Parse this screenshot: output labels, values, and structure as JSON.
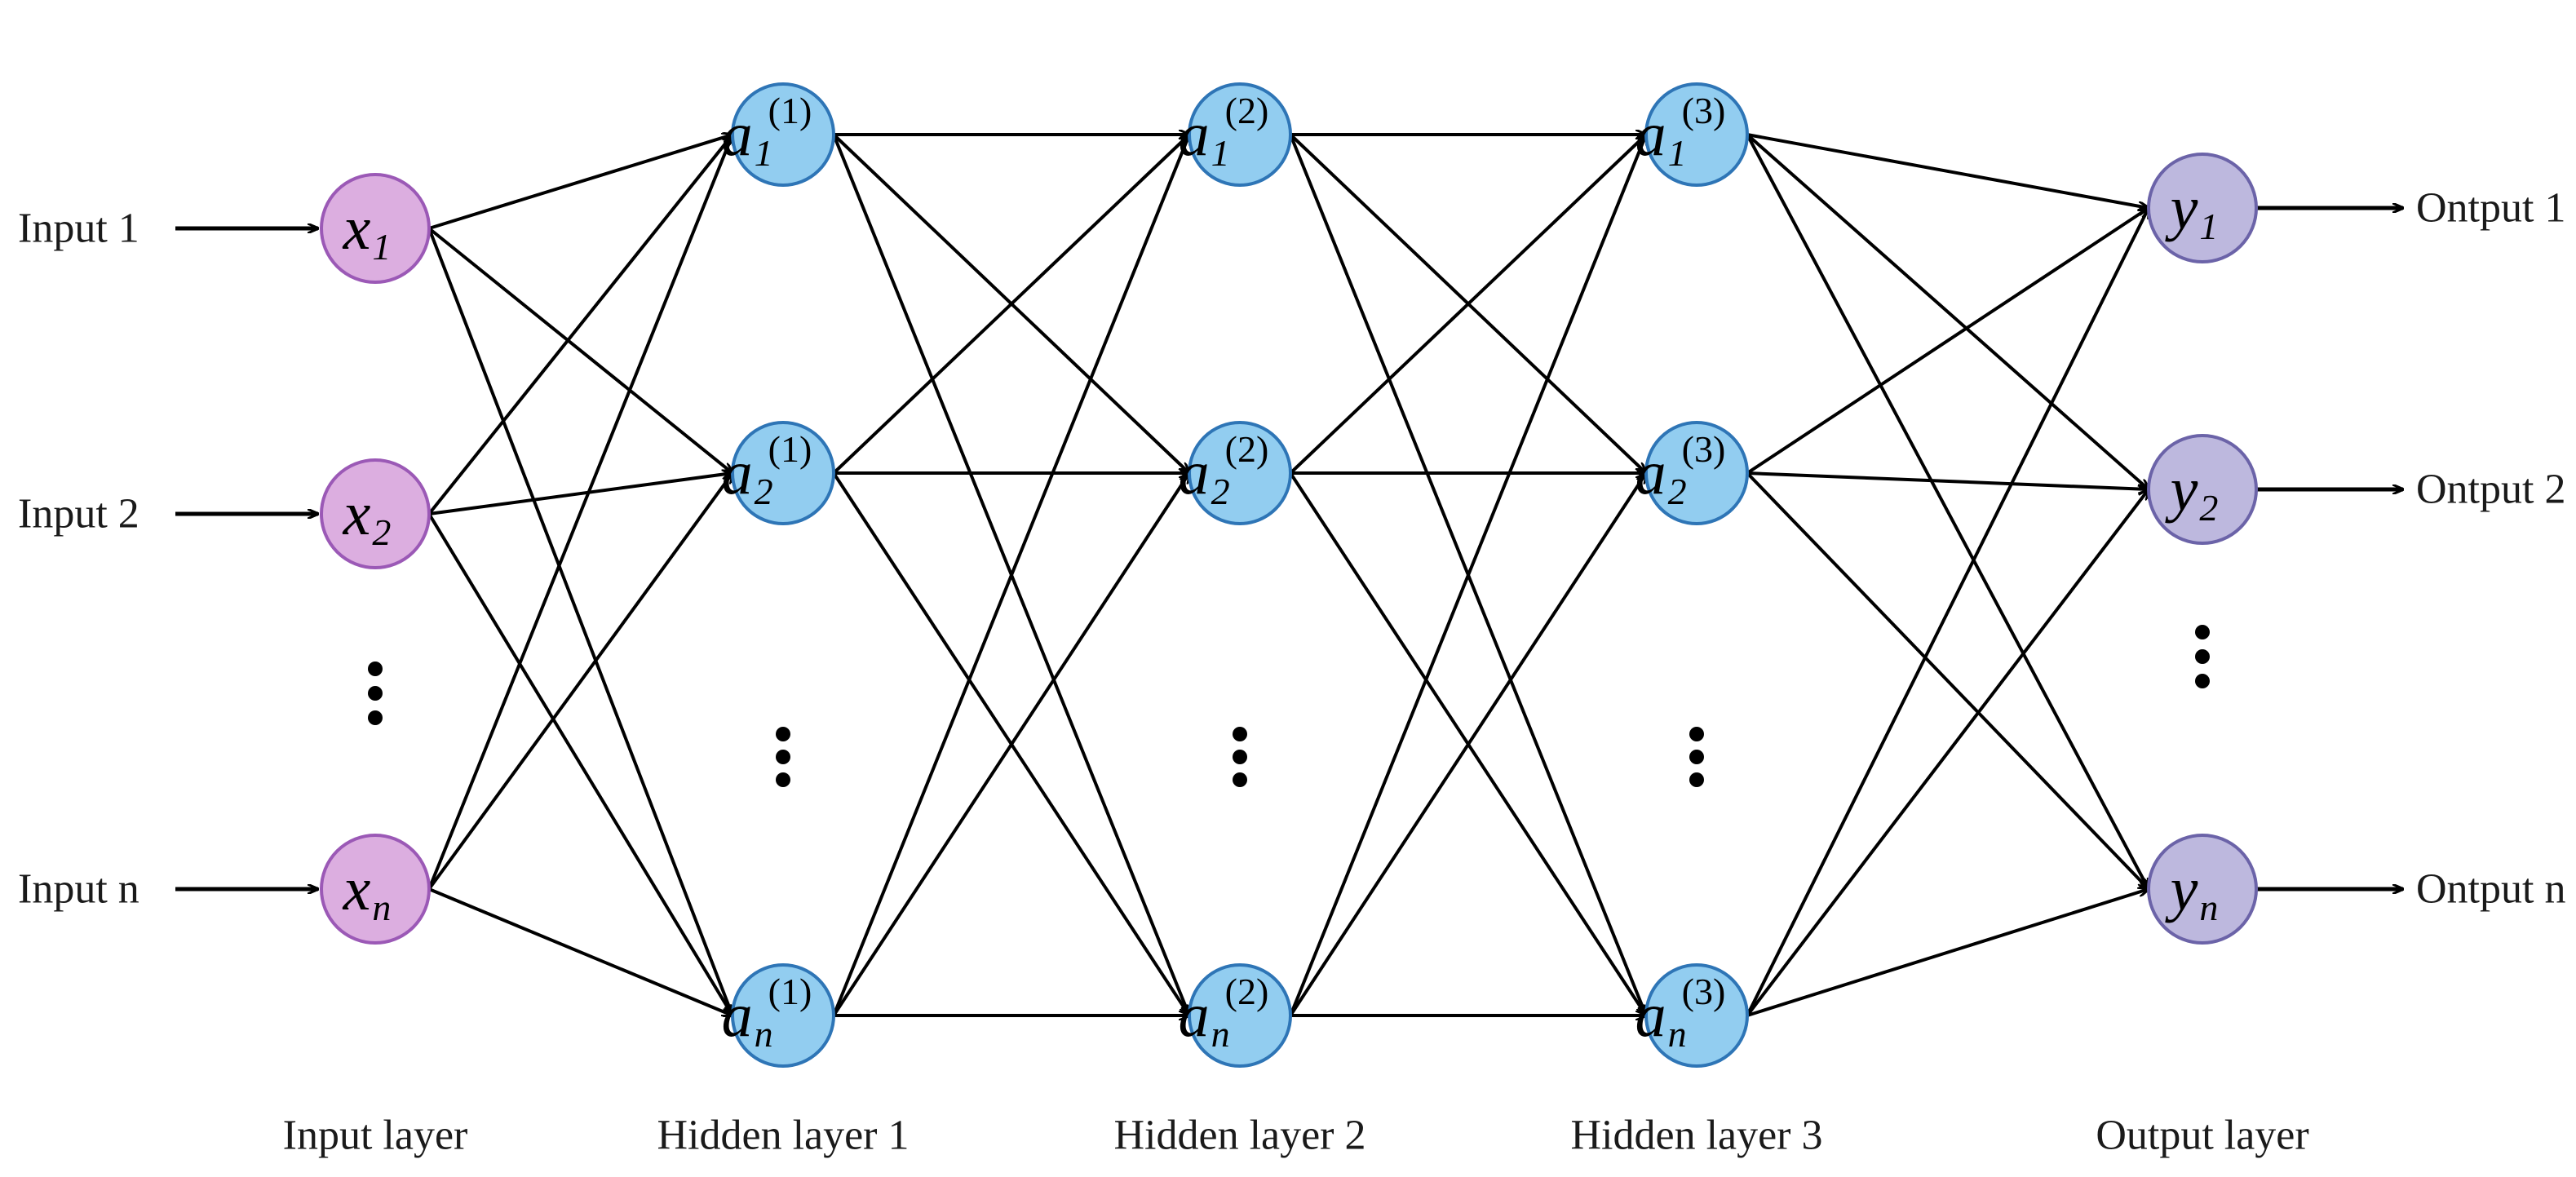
{
  "diagram": {
    "title": "Fully connected feedforward neural network architecture",
    "background": "#ffffff",
    "edge_color": "#000000"
  },
  "palette": {
    "input_fill": "#DCAEE0",
    "input_stroke": "#9B59B6",
    "hidden_fill": "#92CDF0",
    "hidden_stroke": "#2E75B6",
    "output_fill": "#BDB8DE",
    "output_stroke": "#6B63A8",
    "edge": "#000000",
    "text": "#1a1a1a"
  },
  "layers": [
    {
      "id": "input",
      "caption": "Input layer",
      "kind": "input",
      "nodes": [
        {
          "base": "x",
          "sub": "1",
          "sup": ""
        },
        {
          "base": "x",
          "sub": "2",
          "sup": ""
        },
        {
          "base": "x",
          "sub": "n",
          "sup": ""
        }
      ]
    },
    {
      "id": "hidden1",
      "caption": "Hidden layer 1",
      "kind": "hidden",
      "nodes": [
        {
          "base": "a",
          "sub": "1",
          "sup": "(1)"
        },
        {
          "base": "a",
          "sub": "2",
          "sup": "(1)"
        },
        {
          "base": "a",
          "sub": "n",
          "sup": "(1)"
        }
      ]
    },
    {
      "id": "hidden2",
      "caption": "Hidden layer 2",
      "kind": "hidden",
      "nodes": [
        {
          "base": "a",
          "sub": "1",
          "sup": "(2)"
        },
        {
          "base": "a",
          "sub": "2",
          "sup": "(2)"
        },
        {
          "base": "a",
          "sub": "n",
          "sup": "(2)"
        }
      ]
    },
    {
      "id": "hidden3",
      "caption": "Hidden layer 3",
      "kind": "hidden",
      "nodes": [
        {
          "base": "a",
          "sub": "1",
          "sup": "(3)"
        },
        {
          "base": "a",
          "sub": "2",
          "sup": "(3)"
        },
        {
          "base": "a",
          "sub": "n",
          "sup": "(3)"
        }
      ]
    },
    {
      "id": "output",
      "caption": "Output layer",
      "kind": "output",
      "nodes": [
        {
          "base": "y",
          "sub": "1",
          "sup": ""
        },
        {
          "base": "y",
          "sub": "2",
          "sup": ""
        },
        {
          "base": "y",
          "sub": "n",
          "sup": ""
        }
      ]
    }
  ],
  "input_labels": [
    "Input 1",
    "Input 2",
    "Input n"
  ],
  "output_labels": [
    "Ontput 1",
    "Ontput 2",
    "Ontput n"
  ],
  "ellipsis_marker": "vertical-ellipsis"
}
